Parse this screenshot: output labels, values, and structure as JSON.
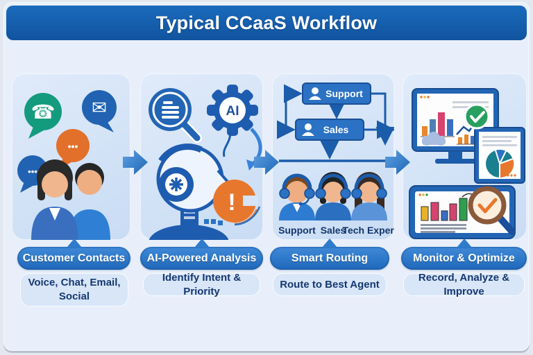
{
  "title": "Typical CCaaS Workflow",
  "stages": [
    {
      "label": "Customer Contacts",
      "sublabel": "Voice, Chat, Email, Social"
    },
    {
      "label": "AI-Powered Analysis",
      "sublabel": "Identify Intent & Priority",
      "ai_badge": "AI",
      "alert_mark": "!"
    },
    {
      "label": "Smart Routing",
      "sublabel": "Route to Best Agent",
      "queues": [
        "Support",
        "Sales"
      ],
      "agents": [
        "Support",
        "Sales",
        "Tech Expert"
      ]
    },
    {
      "label": "Monitor & Optimize",
      "sublabel": "Record, Analyze & Improve"
    }
  ],
  "icons": {
    "phone": "☎",
    "email": "✉",
    "chat_dots": "•••"
  },
  "colors": {
    "header_blue": "#11549f",
    "accent_blue": "#2b72c4",
    "navy": "#1b5cab",
    "orange": "#e8772e",
    "bubble_green": "#149b7e",
    "check_green": "#27a05f",
    "panel_bg": "#d6e4f6",
    "label_text": "#16386f"
  }
}
